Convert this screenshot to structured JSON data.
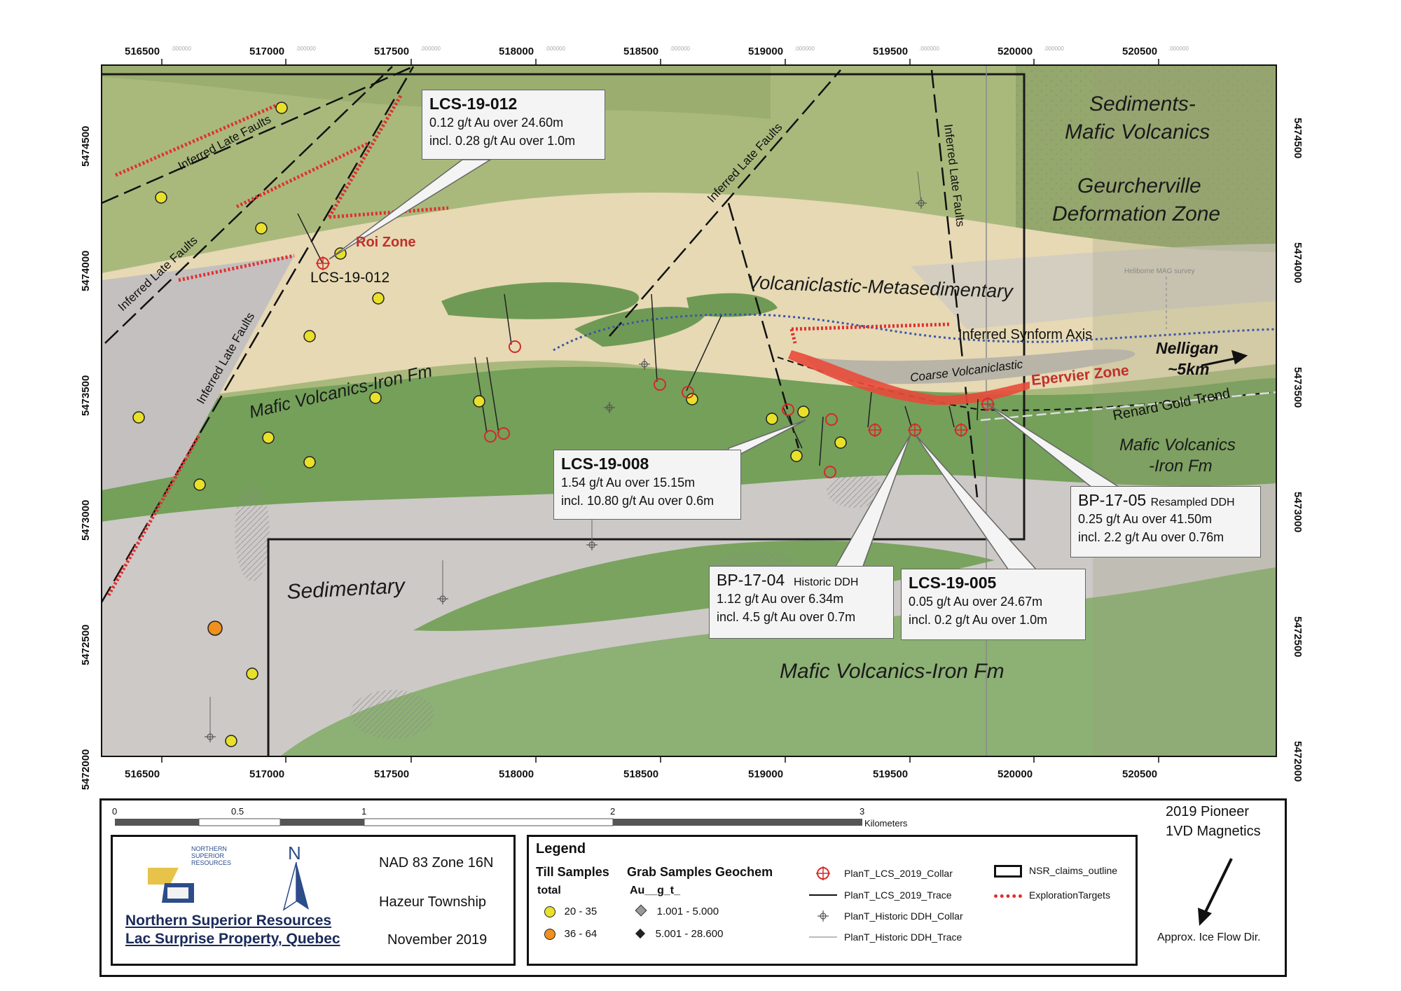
{
  "map": {
    "x_ticks": [
      "516500",
      "517000",
      "517500",
      "518000",
      "518500",
      "519000",
      "519500",
      "520000",
      "520500"
    ],
    "y_ticks": [
      "5474500",
      "5474000",
      "5473500",
      "5473000",
      "5472500",
      "5472000"
    ],
    "tick_suffix": ".000000",
    "units": [
      "Sediments-",
      "Mafic Volcanics",
      "Geurcherville",
      "Deformation Zone",
      "Volcaniclastic-Metasedimentary",
      "Mafic Volcanics-Iron Fm",
      "Mafic Volcanics",
      "-Iron Fm",
      "Sedimentary",
      "Mafic Volcanics-Iron Fm"
    ],
    "structures": [
      "Inferred Late Faults",
      "Inferred Late Faults",
      "Inferred Late Faults",
      "Inferred Late Faults",
      "Inferred Late Faults",
      "Inferred Synform Axis",
      "Renard Gold Trend",
      "Coarse Volcaniclastic"
    ],
    "zones": [
      "Roi Zone",
      "Epervier Zone"
    ],
    "nelligan": [
      "Nelligan",
      "~5km"
    ],
    "hole_label": "LCS-19-012",
    "magsurvey": "Heliborne MAG survey"
  },
  "callouts": [
    {
      "title": "LCS-19-012",
      "lines": [
        "0.12 g/t Au over 24.60m",
        "incl. 0.28 g/t Au over 1.0m"
      ]
    },
    {
      "title": "LCS-19-008",
      "lines": [
        "1.54 g/t Au over 15.15m",
        "incl. 10.80 g/t Au over 0.6m"
      ]
    },
    {
      "title": "BP-17-04",
      "subtitle": "Historic DDH",
      "lines": [
        "1.12 g/t Au over 6.34m",
        "incl. 4.5 g/t Au over 0.7m"
      ]
    },
    {
      "title": "LCS-19-005",
      "lines": [
        "0.05 g/t Au over 24.67m",
        "incl. 0.2 g/t Au over 1.0m"
      ]
    },
    {
      "title": "BP-17-05",
      "subtitle": "Resampled DDH",
      "lines": [
        "0.25 g/t Au over 41.50m",
        "incl. 2.2 g/t Au over 0.76m"
      ]
    }
  ],
  "scalebar": {
    "labels": [
      "0",
      "0.5",
      "1",
      "2",
      "3"
    ],
    "unit": "Kilometers"
  },
  "info": {
    "company_logo_text": "NORTHERN SUPERIOR RESOURCES",
    "north": "N",
    "company": "Northern Superior Resources",
    "property": "Lac Surprise Property, Quebec",
    "datum": "NAD 83 Zone 16N",
    "township": "Hazeur Township",
    "date": "November 2019"
  },
  "legend": {
    "title": "Legend",
    "till_title": "Till Samples",
    "till_sub": "total",
    "till_items": [
      {
        "label": "20 - 35",
        "color": "#e8e02a"
      },
      {
        "label": "36 - 64",
        "color": "#f0901e"
      }
    ],
    "grab_title": "Grab Samples Geochem",
    "grab_sub": "Au__g_t_",
    "grab_items": [
      "1.001 - 5.000",
      "5.001 - 28.600"
    ],
    "symbols": [
      "PlanT_LCS_2019_Collar",
      "PlanT_LCS_2019_Trace",
      "PlanT_Historic DDH_Collar",
      "PlanT_Historic DDH_Trace"
    ],
    "claims": "NSR_claims_outline",
    "targets": "ExplorationTargets"
  },
  "magnetics": {
    "title1": "2019 Pioneer",
    "title2": "1VD Magnetics",
    "ice": "Approx. Ice Flow Dir."
  },
  "colors": {
    "olive": "#a8b878",
    "dark_green": "#6f9a55",
    "beige": "#e8dcb8",
    "grey": "#c9c6c4",
    "target_red": "#e03030",
    "synform_blue": "#3a56a8"
  }
}
